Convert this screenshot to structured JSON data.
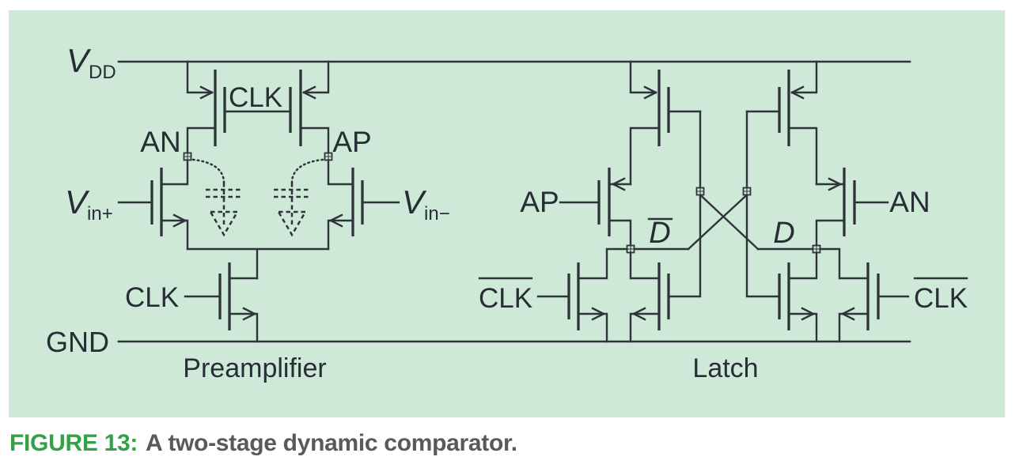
{
  "figure": {
    "caption_label": "FIGURE 13:",
    "caption_text": "A two-stage dynamic comparator."
  },
  "colors": {
    "panel_background": "#cfe9d8",
    "schematic_line": "#2f343b",
    "label_text": "#262d35",
    "caption_accent_green": "#35a04a",
    "caption_gray": "#58595c",
    "page_background": "#ffffff"
  },
  "schematic": {
    "rails": {
      "vdd_main": "V",
      "vdd_sub": "DD",
      "gnd": "GND"
    },
    "preamplifier": {
      "section_label": "Preamplifier",
      "clk_pair_label": "CLK",
      "tail_clk_label": "CLK",
      "vin_plus_main": "V",
      "vin_plus_sub": "in+",
      "vin_minus_main": "V",
      "vin_minus_sub": "in−",
      "node_an": "AN",
      "node_ap": "AP"
    },
    "latch": {
      "section_label": "Latch",
      "input_ap": "AP",
      "input_an": "AN",
      "node_d_bar": "D",
      "node_d": "D",
      "clk_bar_left": "CLK",
      "clk_bar_right": "CLK"
    }
  }
}
